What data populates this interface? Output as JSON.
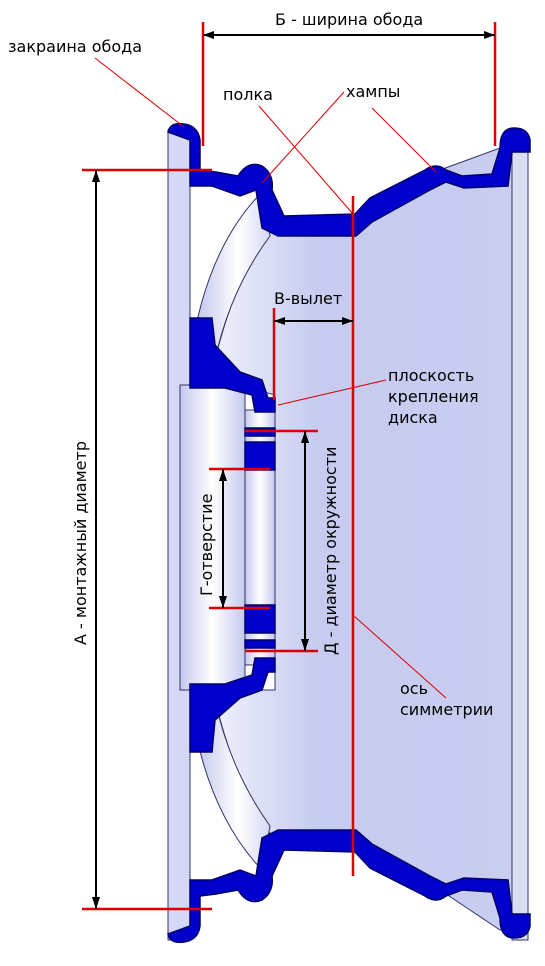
{
  "labels": {
    "rim_flange": "закраина обода",
    "rim_width": "Б - ширина обода",
    "shelf": "полка",
    "humps": "хампы",
    "offset": "В-вылет",
    "mounting_plane_1": "плоскость",
    "mounting_plane_2": "крепления",
    "mounting_plane_3": "диска",
    "mounting_diameter": "А - монтажный диаметр",
    "center_bore": "Г-отверстие",
    "pcd": "Д - диаметр окружности",
    "symmetry_axis_1": "ось",
    "symmetry_axis_2": "симметрии"
  },
  "colors": {
    "metal": "#0000cc",
    "metal_outline": "#000066",
    "body_fill": "#c9cdf0",
    "light_fill": "#e8eaf8",
    "guide_red": "#dd0000",
    "leader_red": "#dd0000",
    "dimension_black": "#000000"
  }
}
